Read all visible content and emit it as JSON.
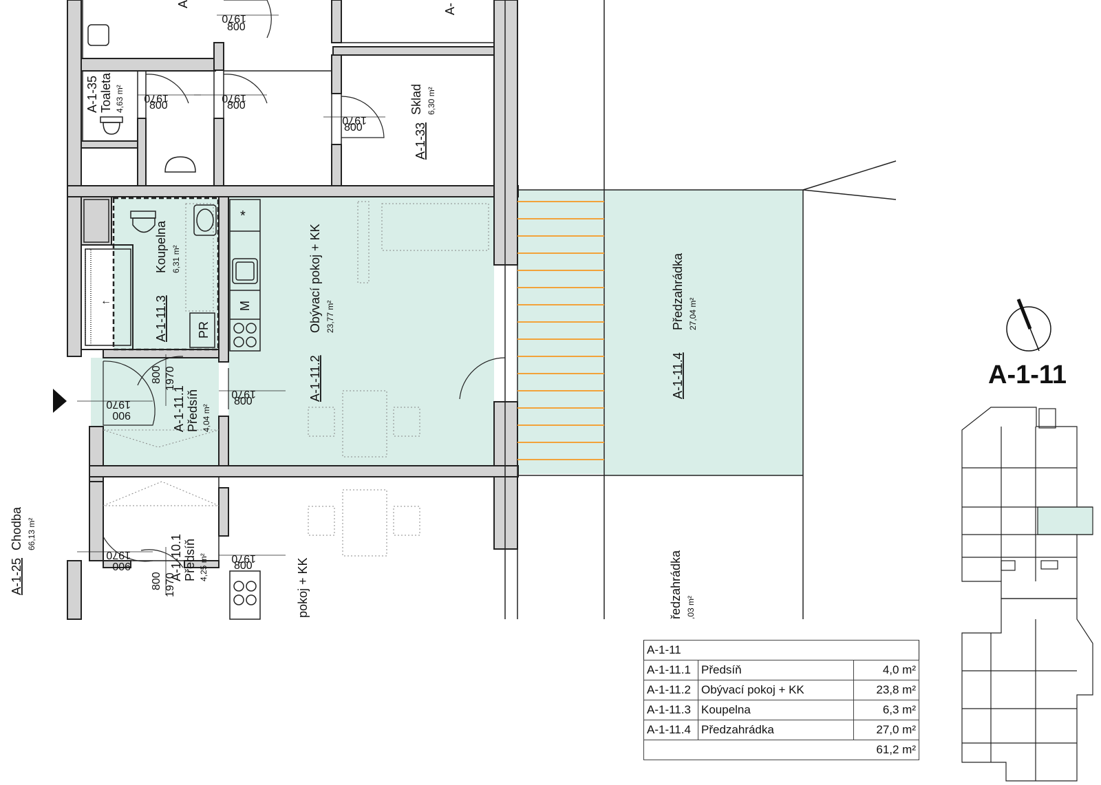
{
  "unit": {
    "code": "A-1-11",
    "rooms": [
      {
        "code": "A-1-11.1",
        "name": "Předsíň",
        "area_plan": "4,04 m²",
        "area_table": "4,0 m²"
      },
      {
        "code": "A-1-11.2",
        "name": "Obývací pokoj + KK",
        "area_plan": "23,77 m²",
        "area_table": "23,8 m²"
      },
      {
        "code": "A-1-11.3",
        "name": "Koupelna",
        "area_plan": "6,31 m²",
        "area_table": "6,3 m²"
      },
      {
        "code": "A-1-11.4",
        "name": "Předzahrádka",
        "area_plan": "27,04 m²",
        "area_table": "27,0 m²"
      }
    ],
    "total": "61,2 m²"
  },
  "neighbors": {
    "toilet": {
      "code": "A-1-35",
      "name": "Toaleta",
      "area": "4,63 m²"
    },
    "storage": {
      "code": "A-1-33",
      "name": "Sklad",
      "area": "6,30 m²"
    },
    "corridor": {
      "code": "A-1-25",
      "name": "Chodba",
      "area": "66,13 m²"
    },
    "hall_10": {
      "code": "A-1-10.1",
      "name": "Předsíň",
      "area": "4,25 m²"
    },
    "living_10_partial": "pokoj + KK",
    "garden_10_partial": "ředzahrádka",
    "garden_10_area_partial": ",03 m²",
    "top_code_partial_left": "A-",
    "top_code_partial_right": "A-"
  },
  "labels": {
    "pr": "PR",
    "m": "M",
    "asterisk": "*",
    "arrow": "←"
  },
  "doors": {
    "h1970": "1970",
    "w800": "800",
    "w900": "900"
  },
  "colors": {
    "room_fill": "#d9eee8",
    "wall": "#d0d0d0",
    "stripe": "#f2a23a",
    "line": "#222222"
  }
}
